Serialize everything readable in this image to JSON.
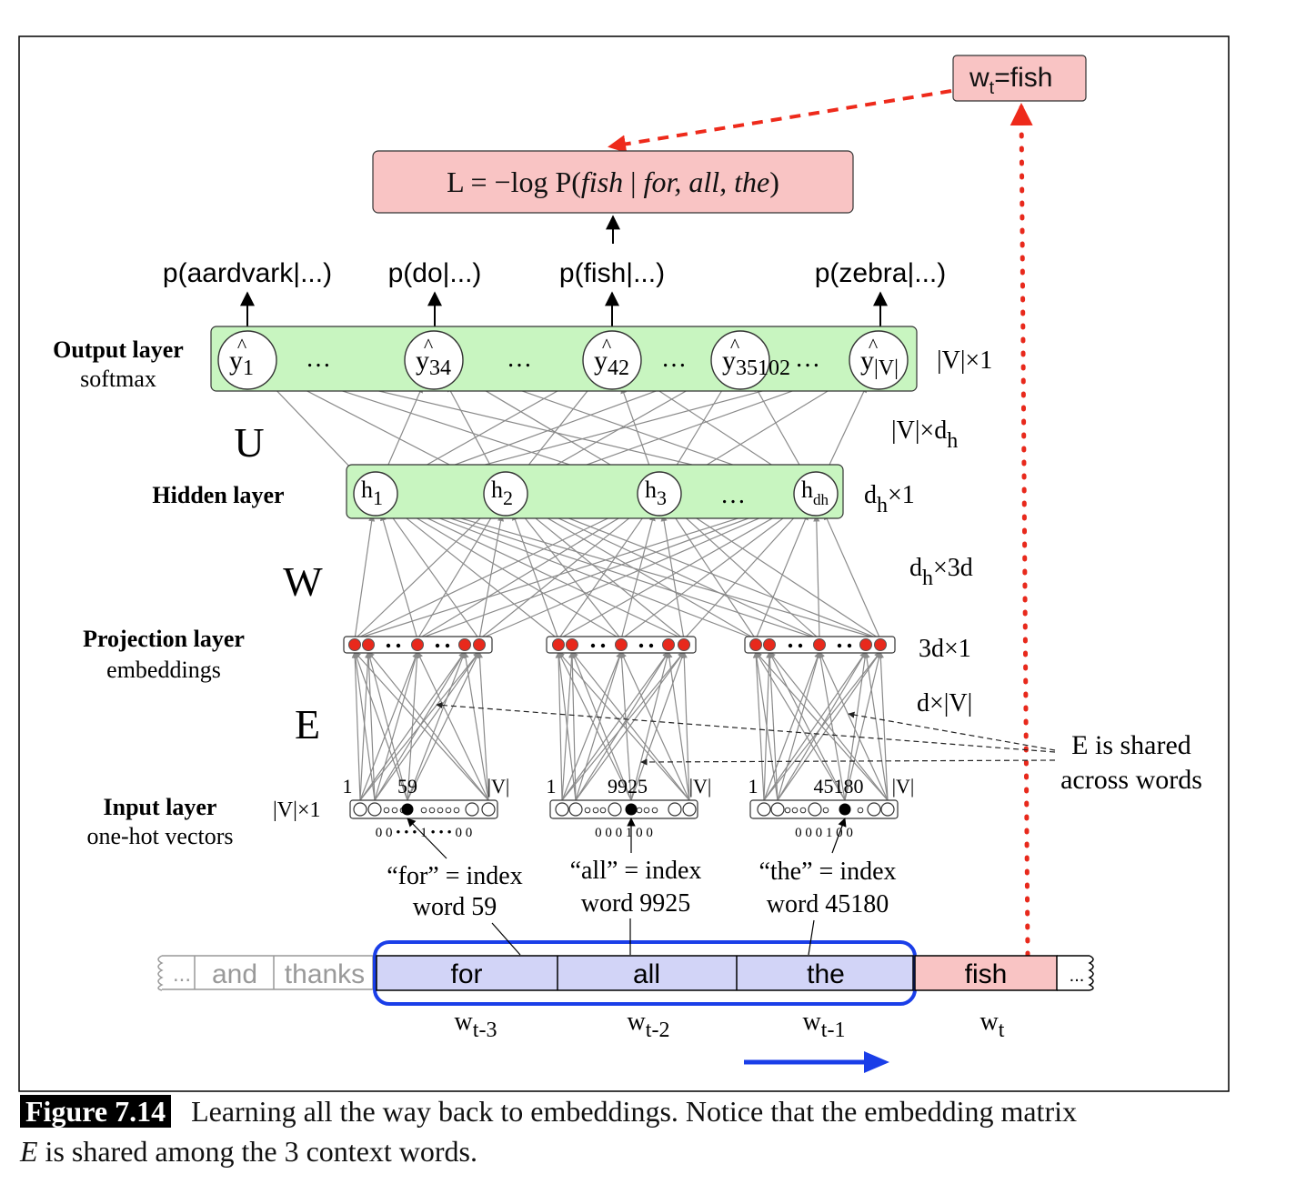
{
  "target": {
    "label": "w",
    "sub": "t",
    "rest": "=fish"
  },
  "loss": {
    "prefix": "L = −log P(",
    "word": "fish",
    "bar": " | ",
    "context": "for, all, the",
    "suffix": ")"
  },
  "outputs": [
    {
      "label": "p(aardvark|...)"
    },
    {
      "label": "p(do|...)"
    },
    {
      "label": "p(fish|...)"
    },
    {
      "label": "p(zebra|...)"
    }
  ],
  "output_layer": {
    "title": "Output layer",
    "subtitle": "softmax",
    "dim": "|V|×1",
    "nodes": [
      {
        "hat": "^",
        "base": "y",
        "sub": "1"
      },
      {
        "hat": "^",
        "base": "y",
        "sub": "34"
      },
      {
        "hat": "^",
        "base": "y",
        "sub": "42"
      },
      {
        "hat": "^",
        "base": "y",
        "sub": "35102"
      },
      {
        "hat": "^",
        "base": "y",
        "sub": "|V|"
      }
    ],
    "ellipsis": "…"
  },
  "U": {
    "label": "U",
    "dim_base": "|V|×d",
    "dim_sub": "h"
  },
  "hidden_layer": {
    "title": "Hidden layer",
    "dim_base": "d",
    "dim_sub": "h",
    "dim_rest": "×1",
    "nodes": [
      {
        "base": "h",
        "sub": "1"
      },
      {
        "base": "h",
        "sub": "2"
      },
      {
        "base": "h",
        "sub": "3"
      },
      {
        "base": "h",
        "sub": "dh"
      }
    ],
    "ellipsis": "…"
  },
  "W": {
    "label": "W",
    "dim_base": "d",
    "dim_sub": "h",
    "dim_rest": "×3d"
  },
  "projection_layer": {
    "title": "Projection layer",
    "subtitle": "embeddings",
    "dim": "3d×1"
  },
  "E": {
    "label": "E",
    "dim": "d×|V|",
    "note_line1": "E is shared",
    "note_line2": "across words"
  },
  "input_layer": {
    "title": "Input layer",
    "subtitle": "one-hot vectors",
    "dim": "|V|×1",
    "vectors": [
      {
        "first": "1",
        "index": "59",
        "last": "|V|",
        "bits": "0 0 • • • 1 • • •  0 0",
        "note1": "“for” = index",
        "note2": "word 59"
      },
      {
        "first": "1",
        "index": "9925",
        "last": "|V|",
        "bits": "0 0      0 1     0 0",
        "note1": "“all” = index",
        "note2": "word 9925"
      },
      {
        "first": "1",
        "index": "45180",
        "last": "|V|",
        "bits": "0 0      0  1    0 0",
        "note1": "“the” = index",
        "note2": "word 45180"
      }
    ]
  },
  "sequence": {
    "before": [
      "...",
      "and",
      "thanks"
    ],
    "context": [
      {
        "word": "for",
        "label": "w",
        "sub": "t-3"
      },
      {
        "word": "all",
        "label": "w",
        "sub": "t-2"
      },
      {
        "word": "the",
        "label": "w",
        "sub": "t-1"
      }
    ],
    "target": {
      "word": "fish",
      "label": "w",
      "sub": "t"
    },
    "after": "..."
  },
  "caption": {
    "figure": "Figure 7.14",
    "text1": "Learning all the way back to embeddings.  Notice that the embedding matrix",
    "text2_italic": "E",
    "text2": " is shared among the 3 context words."
  },
  "colors": {
    "green_fill": "#c8f5c0",
    "pink_fill": "#f9c4c4",
    "blue_fill": "#d2d4f7",
    "blue_border": "#1a3ee8",
    "red_dash": "#ee2a1b",
    "red_dot": "#e8291c",
    "grey_line": "#8a8a8a"
  }
}
